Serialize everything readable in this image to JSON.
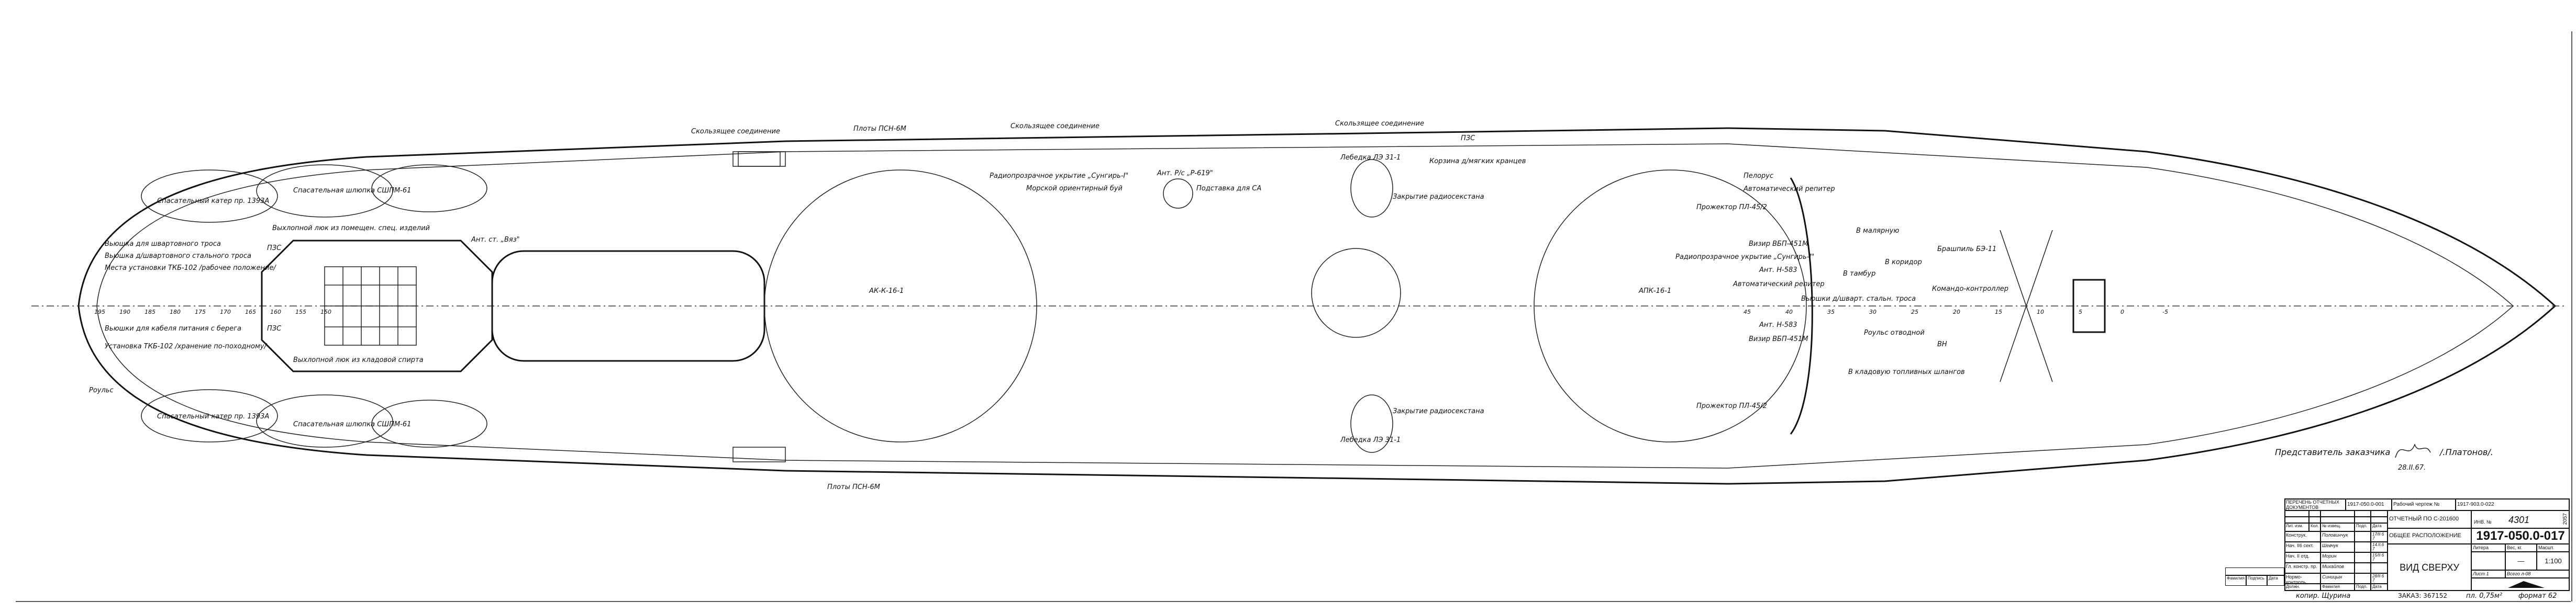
{
  "drawing": {
    "labels": {
      "sliding_joint": "Скользящее соединение",
      "rafts": "Плоты ПСН-6М",
      "radome_sunflower": "Радиопрозрачное укрытие „Сунгирь-I\"",
      "marine_buoy": "Морской ориентирный буй",
      "ant_r619": "Ант. Р/с „Р-619\"",
      "sa_stand": "Подставка для СА",
      "radiosextant_cover": "Закрытие радиосекстана",
      "winch": "Лебедка ЛЭ 31-1",
      "fender_basket": "Корзина д/мягких кранцев",
      "pzs": "ПЗС",
      "pelorus": "Пелорус",
      "auto_repeater": "Автоматический репитер",
      "searchlight": "Прожектор ПЛ-45/2",
      "lifeboat_cutter": "Спасательный катер пр. 1393А",
      "lifeboat": "Спасательная шлюпка СШПМ-61",
      "reel_mooring": "Вьюшка для швартовного троса",
      "reel_steel": "Вьюшка д/швартовного стального троса",
      "tkb_work": "Места установки ТКБ-102 /рабочее положение/",
      "reel_cable": "Вьюшки для кабеля питания с берега",
      "tkb_stow": "Установка ТКБ-102 /хранение по-походному/",
      "exit_hatch": "Выхлопной люк из помещен. спец. изделий",
      "exit_hatch_store": "Выхлопной люк из кладовой спирта",
      "roller": "Роульс",
      "ant_vyaz": "Ант. ст. „Вяз\"",
      "visor": "Визир ВБП-451М",
      "radome_2": "Радиопрозрачное укрытие „Сунгирь-I\"",
      "ant_h583": "Ант. Н-583",
      "reels_steel_rope": "Вьюшки д/шварт. стальн. троса",
      "to_paint": "В малярную",
      "to_vestibule": "В тамбур",
      "to_corridor": "В коридор",
      "controller": "Командо-контроллер",
      "windlass": "Брашпиль БЭ-11",
      "roller_guide": "Роульс отводной",
      "to_fuel_store": "В кладовую топливных шлангов",
      "vn": "ВН",
      "ak_1": "АК-К-16-1",
      "ak_2": "АПК-16-1"
    },
    "frames": [
      "195",
      "190",
      "185",
      "180",
      "175",
      "170",
      "165",
      "160",
      "155",
      "150",
      "45",
      "40",
      "35",
      "30",
      "25",
      "20",
      "15",
      "10",
      "5",
      "0",
      "-5"
    ],
    "customer_rep": "Представитель заказчика",
    "customer_rep_name": "/.Платонов/.",
    "customer_rep_date": "28.II.67."
  },
  "title_block": {
    "doc_list": "ПЕРЕЧЕНЬ ОТЧЕТНЫХ ДОКУМЕНТОВ",
    "doc_list_no": "1917-050.0-001",
    "working_drawing": "Рабочий чертеж №",
    "working_drawing_no": "1917-903.0-022",
    "report": "ОТЧЕТНЫЙ ПО С-201600",
    "inv_label": "ИНВ. №",
    "inv_no": "4301",
    "side_no": "2057",
    "title": "ОБЩЕЕ РАСПОЛОЖЕНИЕ",
    "subtitle": "ВИД СВЕРХУ",
    "drawing_no": "1917-050.0-017",
    "cols": [
      "Лит. изм.",
      "Кол.",
      "№ извещ.",
      "Подп.",
      "Дата"
    ],
    "roles": [
      {
        "role": "Конструк.",
        "name": "Половинчук",
        "date": "17/II 67"
      },
      {
        "role": "Нач. II6 сект.",
        "name": "Шевчук",
        "date": "14.II.67"
      },
      {
        "role": "Нач. II отд.",
        "name": "Морин",
        "date": "15/II 67"
      },
      {
        "role": "Гл. констр. пр.",
        "name": "Михайлов",
        "date": ""
      },
      {
        "role": "Нормо-контроль",
        "name": "Синицын",
        "date": "28/II 67"
      }
    ],
    "footer_cols": [
      "Должн.",
      "Фамилия",
      "Подп.",
      "Дата"
    ],
    "litera": "Литера",
    "weight": "Вес, кг.",
    "scale_label": "Масшт.",
    "weight_value": "—",
    "scale": "1:100",
    "sheet": "Лист 1",
    "sheets_total": "Всего л-08",
    "copied": "копир. Щурина",
    "order": "ЗАКАЗ: 367152",
    "area": "пл. 0,75м²",
    "format": "формат 62",
    "small_block": [
      "Фамилия",
      "Подпись",
      "Дата"
    ]
  }
}
